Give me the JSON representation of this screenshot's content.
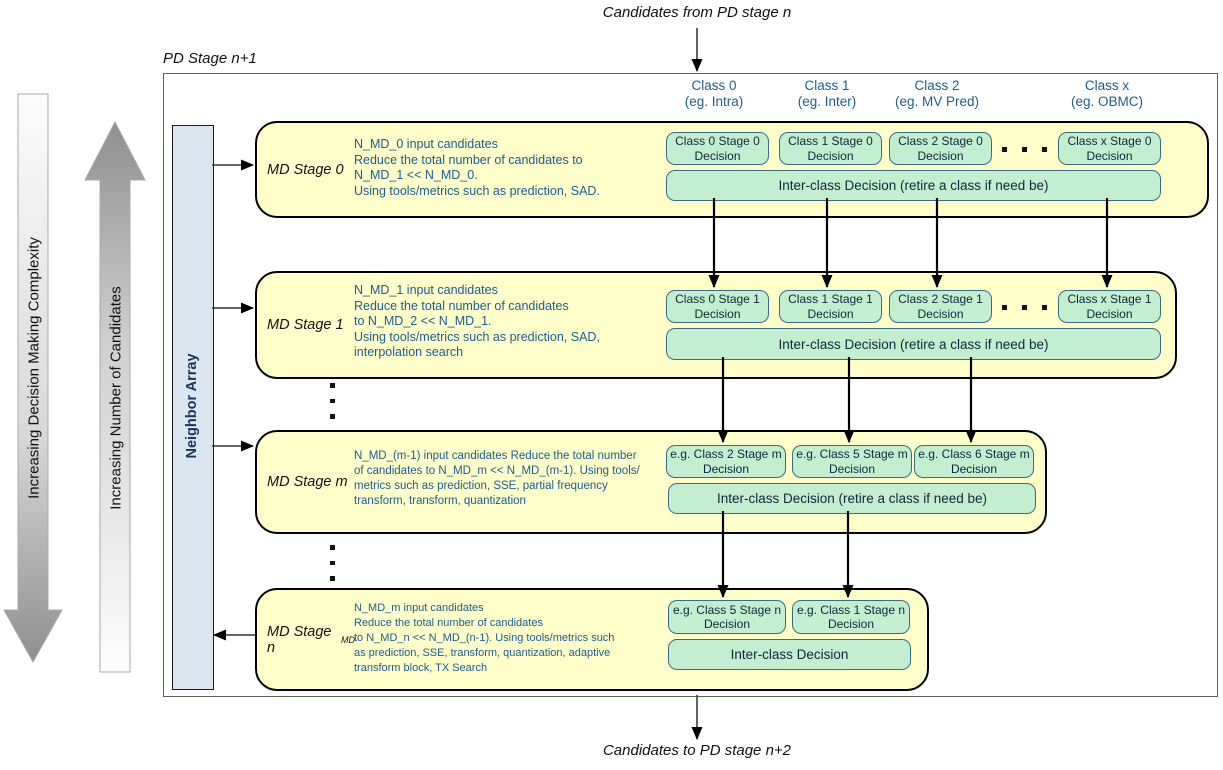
{
  "flow": {
    "input_label": "Candidates from PD stage n",
    "container_label": "PD Stage n+1",
    "output_label": "Candidates to PD stage n+2"
  },
  "class_headers": [
    {
      "line1": "Class 0",
      "line2": "(eg. Intra)"
    },
    {
      "line1": "Class 1",
      "line2": "(eg. Inter)"
    },
    {
      "line1": "Class 2",
      "line2": "(eg. MV Pred)"
    },
    {
      "line1": "Class x",
      "line2": "(eg. OBMC)"
    }
  ],
  "sidebar": {
    "complexity_label": "Increasing Decision Making Complexity",
    "candidates_label": "Increasing Number of Candidates",
    "neighbor_array_label": "Neighbor Array"
  },
  "icons": {
    "ellipsis_horizontal_icon": "three-dots-horizontal",
    "ellipsis_vertical_icon": "three-dots-vertical"
  },
  "stages": [
    {
      "label": "MD Stage 0",
      "label_subscript": "",
      "description": "N_MD_0 input candidates\nReduce the total number of candidates to\nN_MD_1 << N_MD_0.\nUsing tools/metrics such as prediction, SAD.",
      "class_boxes": [
        "Class 0 Stage 0\nDecision",
        "Class 1 Stage 0\nDecision",
        "Class 2 Stage 0\nDecision",
        "Class x Stage 0\nDecision"
      ],
      "inter_class_label": "Inter-class Decision (retire a class if need be)"
    },
    {
      "label": "MD Stage 1",
      "label_subscript": "",
      "description": "N_MD_1 input candidates\nReduce the total number of candidates\nto N_MD_2 << N_MD_1.\nUsing tools/metrics such as prediction, SAD,\ninterpolation search",
      "class_boxes": [
        "Class 0 Stage 1\nDecision",
        "Class 1 Stage 1\nDecision",
        "Class 2 Stage 1\nDecision",
        "Class x Stage 1\nDecision"
      ],
      "inter_class_label": "Inter-class Decision (retire a class if need be)"
    },
    {
      "label": "MD Stage m",
      "label_subscript": "",
      "description": "N_MD_(m-1) input candidates Reduce the total number\nof candidates to N_MD_m << N_MD_(m-1). Using tools/\nmetrics such as prediction, SSE, partial frequency\ntransform, transform, quantization",
      "class_boxes": [
        "e.g. Class 2 Stage m\nDecision",
        "e.g. Class 5 Stage m\nDecision",
        "e.g. Class 6 Stage m\nDecision"
      ],
      "inter_class_label": "Inter-class Decision (retire a class if need be)"
    },
    {
      "label": "MD Stage n",
      "label_subscript": "MD",
      "description": "N_MD_m input candidates\nReduce the total number of candidates\nto N_MD_n << N_MD_(n-1). Using tools/metrics such\nas prediction, SSE, transform, quantization, adaptive\ntransform block, TX Search",
      "class_boxes": [
        "e.g. Class 5 Stage n\nDecision",
        "e.g. Class 1 Stage n\nDecision"
      ],
      "inter_class_label": "Inter-class Decision"
    }
  ],
  "colors": {
    "stage_fill": "#FEFECB",
    "decision_fill": "#C3EECF",
    "decision_border": "#3A6B83",
    "neighbor_fill": "#DCE6F1",
    "blue_text": "#1F5C8B",
    "gray_arrow": "#8F8F8F"
  }
}
